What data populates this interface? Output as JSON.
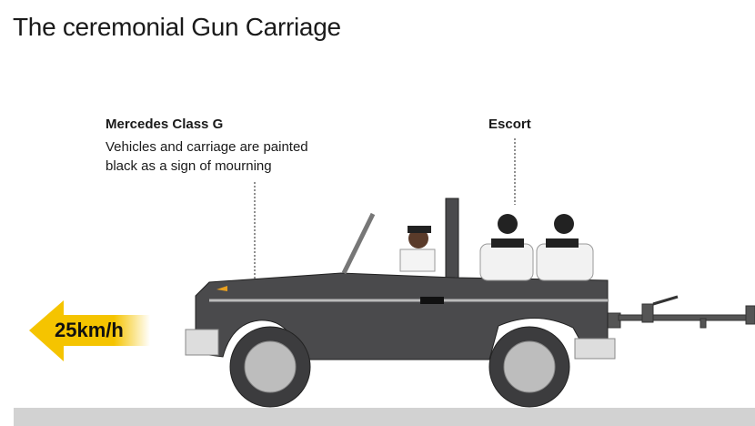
{
  "title": "The ceremonial Gun Carriage",
  "annotations": {
    "vehicle": {
      "name": "Mercedes Class G",
      "description_line1": "Vehicles and carriage are painted",
      "description_line2": "black as a sign of mourning"
    },
    "escort": {
      "name": "Escort"
    }
  },
  "speed": {
    "label": "25km/h",
    "direction": "left"
  },
  "colors": {
    "arrow": "#f5c400",
    "vehicle": "#4a4a4c",
    "road": "#d2d2d2"
  }
}
